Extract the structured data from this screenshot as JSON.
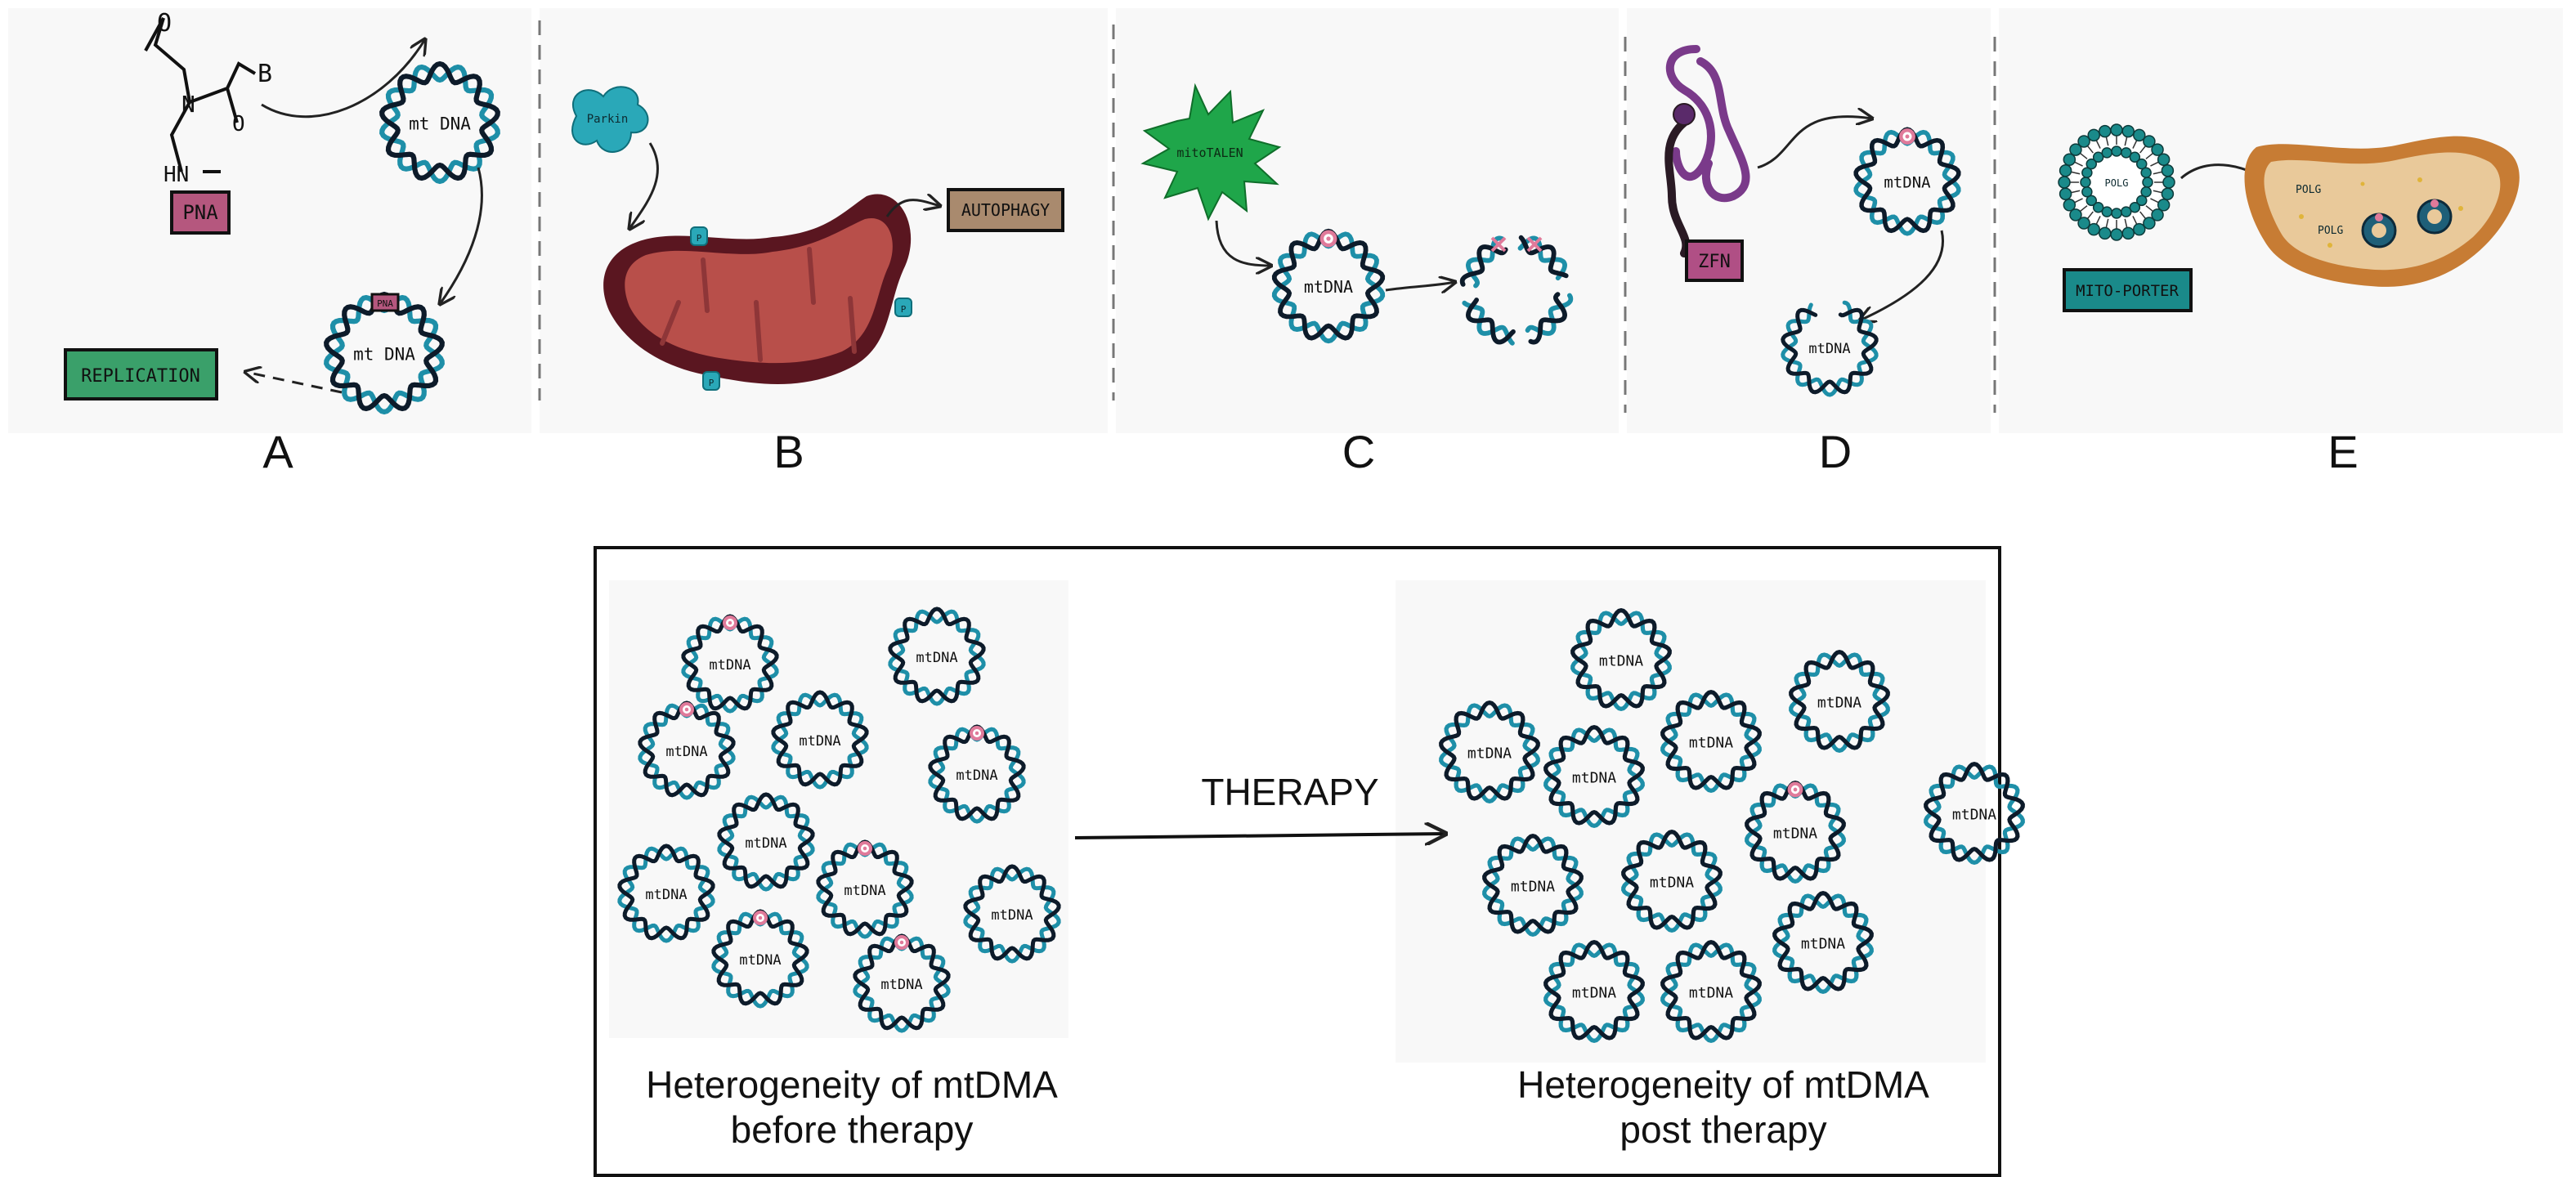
{
  "panels": {
    "A": {
      "letter": "A",
      "chem": {
        "o": "O",
        "b": "B",
        "n": "N",
        "hn": "HN"
      },
      "pna_label": "PNA",
      "pna_tag": "PNA",
      "replication_label": "REPLICATION",
      "plasmid_label": "mt DNA"
    },
    "B": {
      "letter": "B",
      "parkin_label": "Parkin",
      "autophagy_label": "AUTOPHAGY",
      "marker": "P"
    },
    "C": {
      "letter": "C",
      "mitotalen_label": "mitoTALEN",
      "plasmid_label": "mtDNA"
    },
    "D": {
      "letter": "D",
      "zfn_label": "ZFN",
      "plasmid_label": "mtDNA"
    },
    "E": {
      "letter": "E",
      "mitoporter_label": "MITO-PORTER",
      "dna_label": "POLG"
    }
  },
  "bottom": {
    "therapy_label": "THERAPY",
    "before_caption": [
      "Heterogeneity of mtDMA",
      "before therapy"
    ],
    "after_caption": [
      "Heterogeneity of mtDMA",
      "post therapy"
    ],
    "plasmid_label": "mtDNA"
  },
  "colors": {
    "dna_teal": "#1e8fa8",
    "dna_dark": "#0d1b2a",
    "mutation_pink": "#e07a9a",
    "pna_box": "#b5577e",
    "replication_box": "#3aa06a",
    "autophagy_box": "#a98a6e",
    "mito_outer": "#5a1620",
    "mito_inner": "#b84f4a",
    "parkin_teal": "#2aa8b8",
    "talen_green": "#1fa64a",
    "zfn_purple": "#7a3a8a",
    "zfn_box": "#b04f85",
    "mitoporter_box": "#1a8a8a",
    "mito_e_outer": "#c77c34",
    "mito_e_inner": "#e9c99a",
    "panel_bg": "#f8f8f8"
  }
}
